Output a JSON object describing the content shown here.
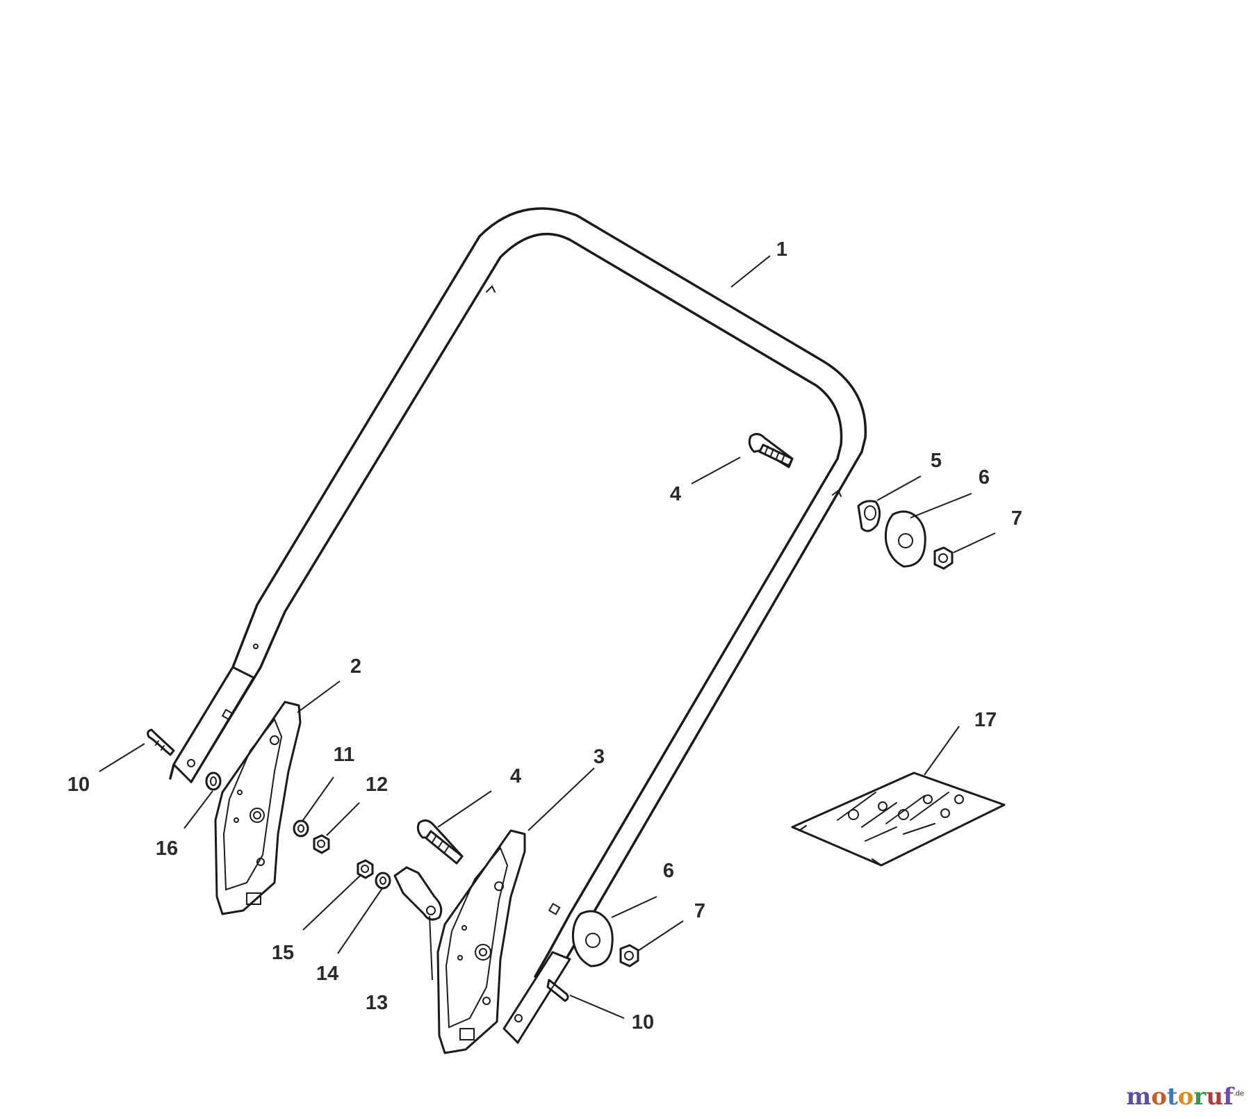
{
  "callouts": {
    "c1": "1",
    "c2": "2",
    "c3": "3",
    "c4a": "4",
    "c4b": "4",
    "c5": "5",
    "c6a": "6",
    "c6b": "6",
    "c7a": "7",
    "c7b": "7",
    "c10a": "10",
    "c10b": "10",
    "c11": "11",
    "c12": "12",
    "c13": "13",
    "c14": "14",
    "c15": "15",
    "c16": "16",
    "c17": "17"
  },
  "watermark": {
    "letters": [
      "m",
      "o",
      "t",
      "o",
      "r",
      "u",
      "f"
    ],
    "letter_colors": [
      "#5a4fa0",
      "#c85a2a",
      "#3a7ab8",
      "#e08a1a",
      "#2e9a4a",
      "#b03a3a",
      "#6a4aa8"
    ],
    "suffix": ".de"
  },
  "colors": {
    "line": "#1a1a1a",
    "label": "#2a2a2a",
    "background": "#ffffff"
  }
}
